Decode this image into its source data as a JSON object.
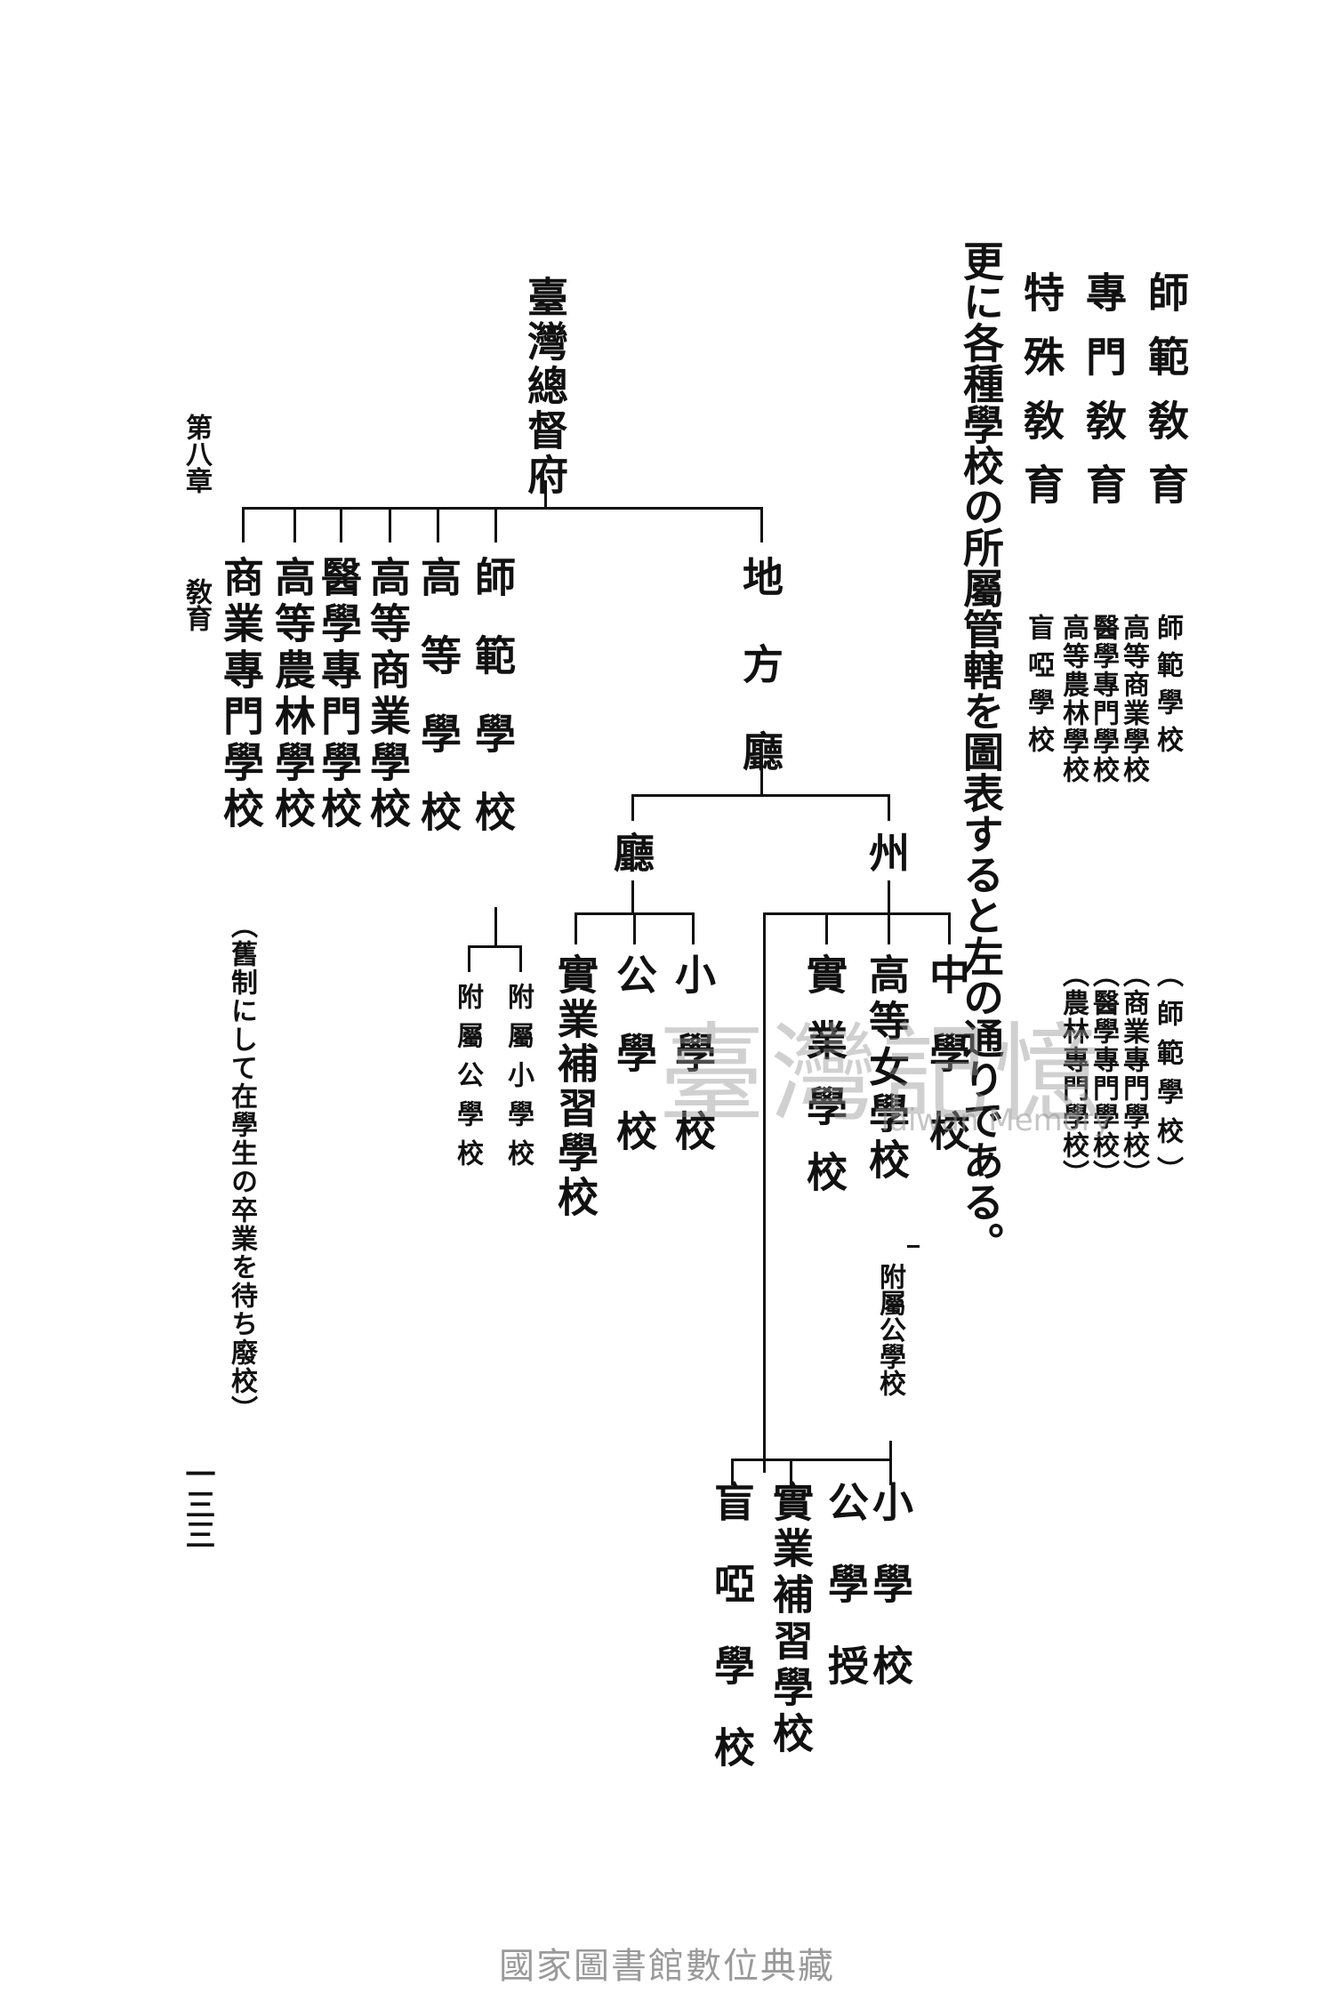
{
  "intro": {
    "categories": [
      "師範敎育",
      "專門敎育",
      "特殊敎育"
    ],
    "gloss_plain": {
      "shihan": "師範學校",
      "senmon": [
        "高等商業學校",
        "醫學專門學校",
        "高等農林學校"
      ],
      "tokushu": "盲啞學校"
    },
    "sentence": "更に各種學校の所屬管轄を圖表すると左の通りである。",
    "gloss_paren": {
      "shihan": "（師範學校）",
      "senmon": [
        "（商業專門學校）",
        "（醫學專門學校）",
        "（農林專門學校）"
      ]
    }
  },
  "chart": {
    "root": "臺灣總督府",
    "direct_schools": [
      "師範學校",
      "高等學校",
      "高等商業學校",
      "醫學專門學校",
      "高等農林學校",
      "商業專門學校"
    ],
    "normal_school_attached": [
      "附屬小學校",
      "附屬公學校"
    ],
    "note": "（舊制にして在學生の卒業を待ち廢校）",
    "local": "地方廳",
    "prefecture": "州",
    "prefecture_schools": [
      "中學校",
      "高等女學校",
      "實業學校"
    ],
    "girls_attached": "附屬公學校",
    "prefecture_lower": [
      "小學校",
      "公學授",
      "實業補習學校",
      "盲啞學校"
    ],
    "district": "廳",
    "district_schools": [
      "小學校",
      "公學校",
      "實業補習學校"
    ]
  },
  "page": {
    "chapter": "第八章",
    "section": "敎育",
    "number": "一三三"
  },
  "watermark": {
    "title": "臺灣記憶",
    "subtitle": "Taiwan Memory"
  },
  "footer": "國家圖書館數位典藏"
}
